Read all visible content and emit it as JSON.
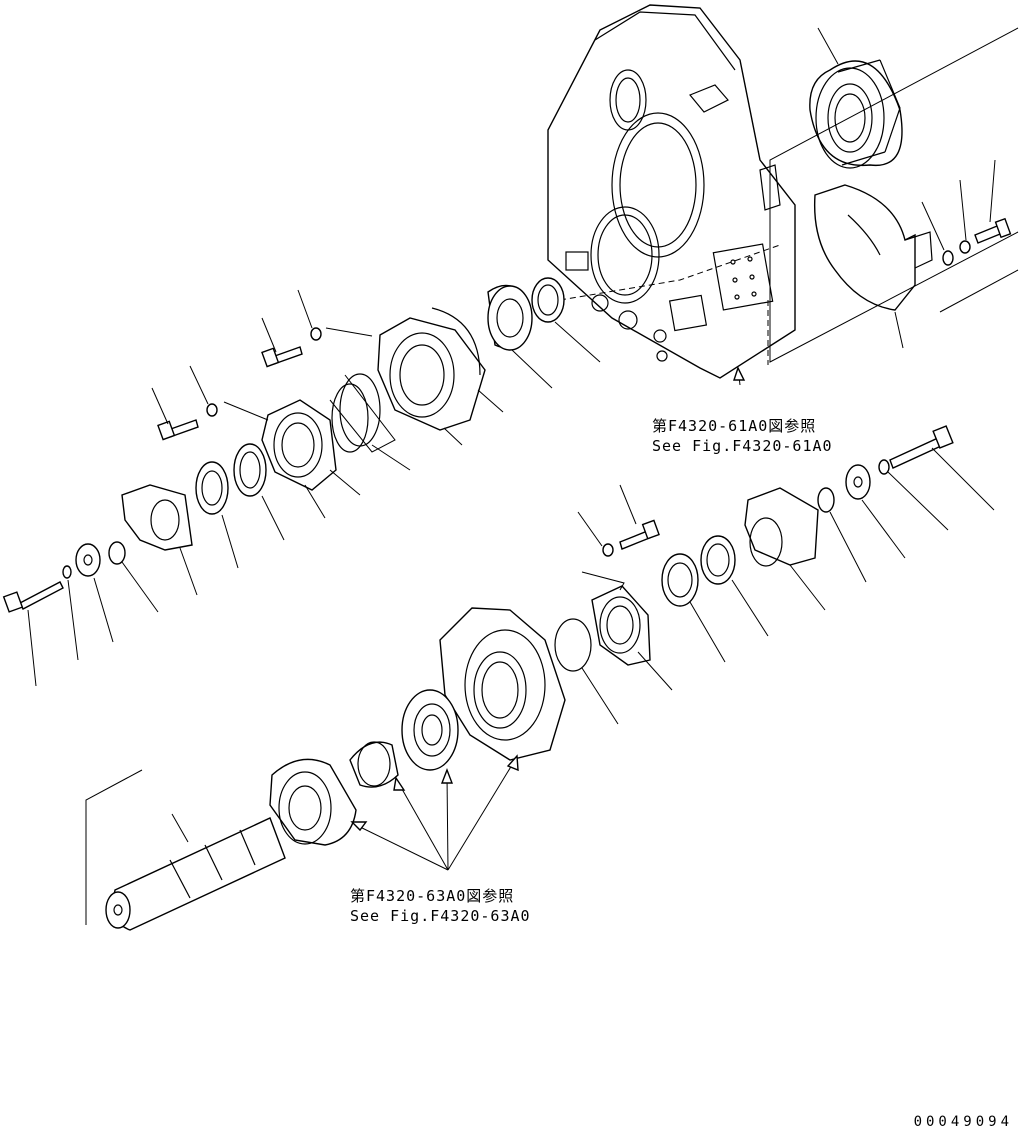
{
  "references": [
    {
      "jp": "第F4320-61A0図参照",
      "en": "See Fig.F4320-61A0"
    },
    {
      "jp": "第F4320-63A0図参照",
      "en": "See Fig.F4320-63A0"
    }
  ],
  "illustration_code": "00049094",
  "colors": {
    "line": "#000000",
    "background": "#ffffff"
  }
}
